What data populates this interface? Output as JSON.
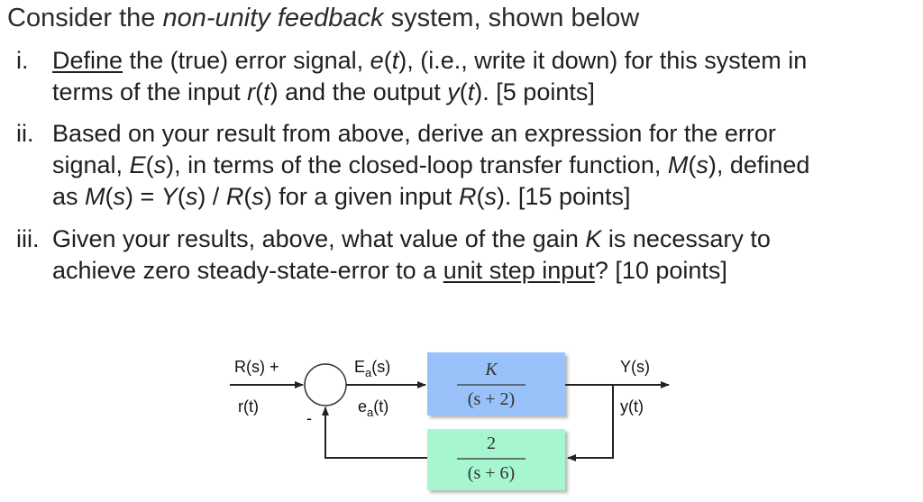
{
  "title": {
    "lead": "Consider the ",
    "emph": "non-unity feedback",
    "tail": " system, shown below"
  },
  "items": [
    {
      "num": "i.",
      "line1": {
        "link": "Define",
        "a": " the (true) error signal, ",
        "e": "e",
        "b": "(",
        "t": "t",
        "c": "), (i.e., write it down) for this system in"
      },
      "line2": {
        "a": "terms of the input ",
        "r": "r",
        "b": "(",
        "t": "t",
        "c": ") and the output ",
        "y": "y",
        "d": "(",
        "t2": "t",
        "e": "). [5 points]"
      }
    },
    {
      "num": "ii.",
      "line1": "Based on your result from above, derive an expression for the error",
      "line2": {
        "a": "signal, ",
        "E": "E",
        "b": "(",
        "s": "s",
        "c": "), in terms of the closed-loop transfer function, ",
        "M": "M",
        "d": "(",
        "s2": "s",
        "e": "), defined"
      },
      "line3": {
        "a": "as ",
        "M": "M",
        "b": "(",
        "s": "s",
        "c": ") = ",
        "Y": "Y",
        "d": "(",
        "s2": "s",
        "e": ") / ",
        "R": "R",
        "f": "(",
        "s3": "s",
        "g": ") for a given input ",
        "R2": "R",
        "h": "(",
        "s4": "s",
        "i": "). [15 points]"
      }
    },
    {
      "num": "iii.",
      "line1": {
        "a": "Given your results, above, what value of the gain ",
        "K": "K",
        "b": " is necessary to"
      },
      "line2": {
        "a": "achieve zero steady-state-error to a ",
        "link": "unit step input",
        "b": "? [10 points]"
      }
    }
  ],
  "diagram": {
    "input_top": "R(s) +",
    "input_bottom": "r(t)",
    "minus": "-",
    "error_top_main": "E",
    "error_top_sub": "a",
    "error_top_rest": "(s)",
    "error_bottom_main": "e",
    "error_bottom_sub": "a",
    "error_bottom_rest": "(t)",
    "forward_num": "K",
    "forward_den": "(s + 2)",
    "feedback_num": "2",
    "feedback_den": "(s + 6)",
    "output_top": "Y(s)",
    "output_bottom": "y(t)",
    "colors": {
      "forward_block": "#99c2fa",
      "feedback_block": "#a6f7cf",
      "line": "#222222"
    }
  }
}
